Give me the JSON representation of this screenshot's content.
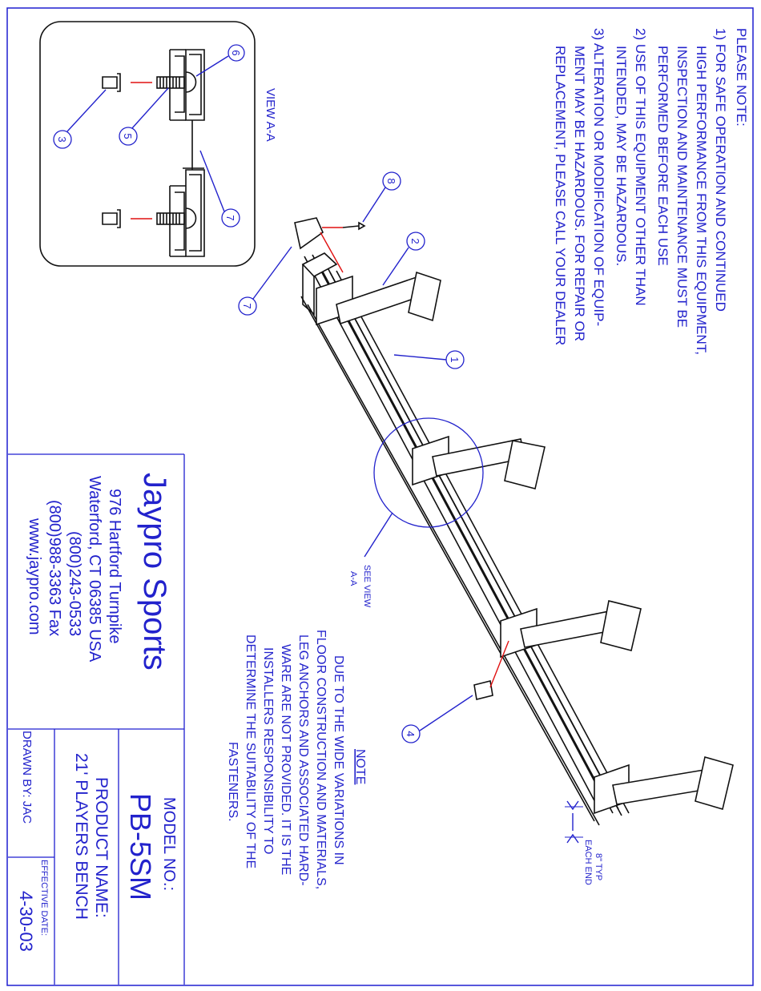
{
  "notes": {
    "heading": "PLEASE NOTE:",
    "lines": [
      "1) FOR SAFE OPERATION AND CONTINUED",
      "HIGH PERFORMANCE FROM THIS EQUIPMENT,",
      "INSPECTION AND MAINTENANCE MUST BE",
      "PERFORMED BEFORE EACH USE",
      "2) USE OF THIS EQUIPMENT OTHER THAN",
      "INTENDED, MAY BE HAZARDOUS.",
      "3) ALTERATION OR MODIFICATION OF EQUIP-",
      "MENT MAY BE HAZARDOUS.  FOR REPAIR OR",
      "REPLACEMENT, PLEASE CALL YOUR DEALER"
    ]
  },
  "view": {
    "title": "VIEW A-A",
    "see_view": "SEE VIEW",
    "see_view_ref": "A-A"
  },
  "callouts": [
    "1",
    "2",
    "3",
    "4",
    "5",
    "6",
    "7",
    "8"
  ],
  "dimension": {
    "label": "8\" TYP",
    "label2": "EACH END"
  },
  "install_note": {
    "heading": "NOTE",
    "lines": [
      "DUE TO THE WIDE VARIATIONS IN",
      "FLOOR CONSTRUCTION AND MATERIALS,",
      "LEG ANCHORS AND ASSOCIATED HARD-",
      "WARE ARE NOT PROVIDED. IT IS THE",
      "INSTALLERS RESPONSIBILITY TO",
      "DETERMINE THE SUITABILITY OF THE",
      "FASTENERS."
    ]
  },
  "company": {
    "name": "Jaypro Sports",
    "address1": "976 Hartford Turnpike",
    "address2": "Waterford, CT 06385 USA",
    "phone": "(800)243-0533",
    "fax": "(800)988-3363 Fax",
    "web": "www.jaypro.com"
  },
  "title_block": {
    "model_label": "MODEL NO.:",
    "model_value": "PB-5SM",
    "product_label": "PRODUCT NAME:",
    "product_value": "21' PLAYERS BENCH",
    "drawn_by": "DRAWN BY: JAC",
    "effective_label": "EFFECTIVE DATE:",
    "effective_value": "4-30-03"
  },
  "colors": {
    "ink": "#2222cc",
    "frame": "#1f1fd0",
    "part": "#111111",
    "red": "#e01010"
  }
}
